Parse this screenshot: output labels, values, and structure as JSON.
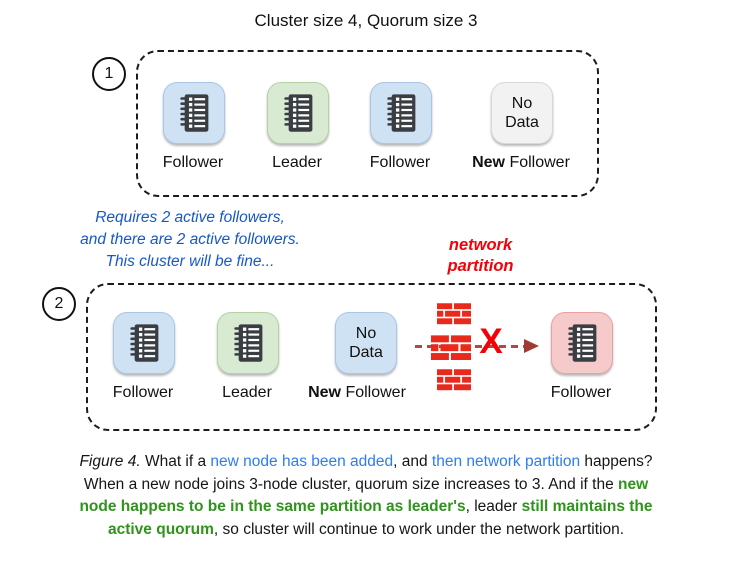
{
  "title": "Cluster size 4, Quorum size 3",
  "colors": {
    "node_blue": "#cfe2f3",
    "node_green": "#d9ead3",
    "node_gray": "#f2f2f2",
    "node_pink": "#f6caca",
    "notebook_icon": "#3a3e43",
    "brick_red": "#e8291c",
    "x_red": "#f50006",
    "arrow_red": "#b14a42",
    "note_blue_text": "#1658c9",
    "note_red_text": "#f50006",
    "caption_blue": "#2d7cf0",
    "caption_green": "#2f941c"
  },
  "clusters": [
    {
      "number": "1",
      "nodes": [
        {
          "label": "Follower"
        },
        {
          "label": "Leader"
        },
        {
          "label": "Follower"
        },
        {
          "box_line1": "No",
          "box_line2": "Data",
          "label_bold": "New",
          "label_rest": " Follower"
        }
      ]
    },
    {
      "number": "2",
      "nodes": [
        {
          "label": "Follower"
        },
        {
          "label": "Leader"
        },
        {
          "box_line1": "No",
          "box_line2": "Data",
          "label_bold": "New",
          "label_rest": " Follower"
        },
        {
          "label": "Follower"
        }
      ]
    }
  ],
  "notes": {
    "blue": {
      "line1": "Requires 2 active followers,",
      "line2": "and there are 2 active followers.",
      "line3": "This cluster will be fine..."
    },
    "red": {
      "line1": "network",
      "line2": "partition"
    },
    "x_mark": "X"
  },
  "caption": {
    "line1": {
      "s1": "Figure 4.",
      "s2": " What if a ",
      "s3": "new node has been added",
      "s4": ", and ",
      "s5": "then network partition",
      "s6": " happens?"
    },
    "line2": {
      "s1": "When a new node joins 3-node cluster, quorum size increases to 3. And if the ",
      "s2": "new"
    },
    "line3": {
      "s1": "node happens to be in the same partition as leader's",
      "s2": ", leader ",
      "s3": "still maintains the"
    },
    "line4": {
      "s1": "active quorum",
      "s2": ", so cluster will continue to work under the network partition."
    }
  }
}
